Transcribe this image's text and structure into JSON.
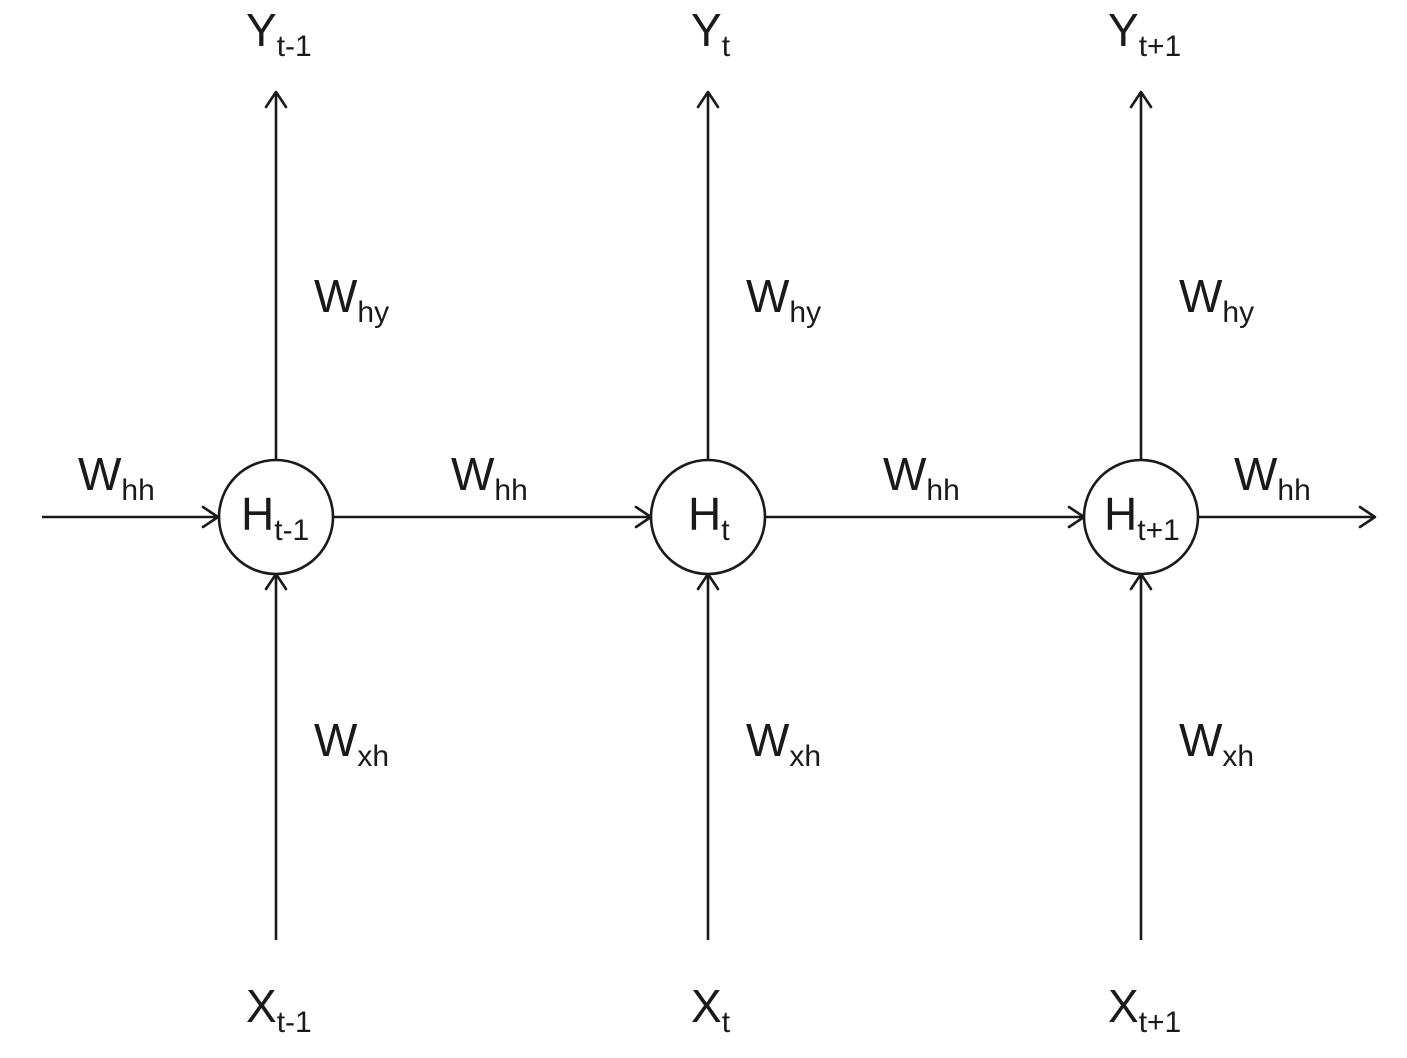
{
  "steps": [
    {
      "output": {
        "base": "Y",
        "sub": "t-1"
      },
      "output_weight": {
        "base": "W",
        "sub": "hy"
      },
      "hidden": {
        "base": "H",
        "sub": "t-1"
      },
      "input_weight": {
        "base": "W",
        "sub": "xh"
      },
      "input": {
        "base": "X",
        "sub": "t-1"
      }
    },
    {
      "output": {
        "base": "Y",
        "sub": "t"
      },
      "output_weight": {
        "base": "W",
        "sub": "hy"
      },
      "hidden": {
        "base": "H",
        "sub": "t"
      },
      "input_weight": {
        "base": "W",
        "sub": "xh"
      },
      "input": {
        "base": "X",
        "sub": "t"
      }
    },
    {
      "output": {
        "base": "Y",
        "sub": "t+1"
      },
      "output_weight": {
        "base": "W",
        "sub": "hy"
      },
      "hidden": {
        "base": "H",
        "sub": "t+1"
      },
      "input_weight": {
        "base": "W",
        "sub": "xh"
      },
      "input": {
        "base": "X",
        "sub": "t+1"
      }
    }
  ],
  "recurrent_weights": [
    {
      "base": "W",
      "sub": "hh"
    },
    {
      "base": "W",
      "sub": "hh"
    },
    {
      "base": "W",
      "sub": "hh"
    },
    {
      "base": "W",
      "sub": "hh"
    }
  ]
}
